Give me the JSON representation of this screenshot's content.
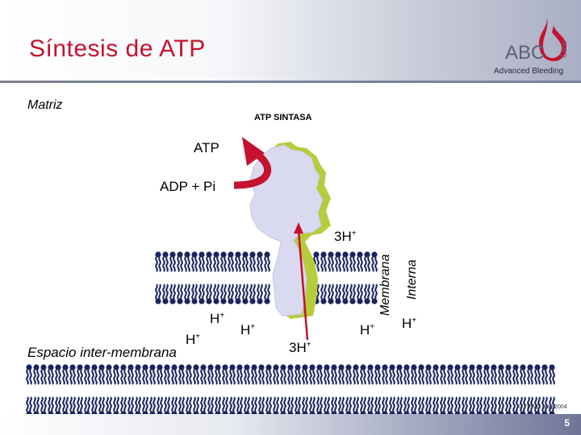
{
  "slide": {
    "title": "Síntesis de ATP",
    "page_number": "5",
    "copyright": "© TPWG May 2004"
  },
  "logo": {
    "abc": "ABC",
    "care": "Care",
    "tagline": "Advanced Bleeding"
  },
  "diagram": {
    "matrix_label": "Matriz",
    "enzyme_label": "ATP SINTASA",
    "atp_label": "ATP",
    "adp_label": "ADP + Pi",
    "three_h_upper": "3H",
    "membrane_label_1": "Membrana",
    "membrane_label_2": "Interna",
    "intermembrane_label": "Espacio inter-membrana",
    "h_ions": [
      "H",
      "H",
      "H",
      "H",
      "H"
    ],
    "three_h_lower": "3H",
    "superscript": "+"
  },
  "colors": {
    "title": "#c4122f",
    "arrow": "#c4122f",
    "enzyme": "#d9d9ef",
    "enzyme_shadow": "#b7cc3a",
    "lipid": "#1a2560"
  }
}
